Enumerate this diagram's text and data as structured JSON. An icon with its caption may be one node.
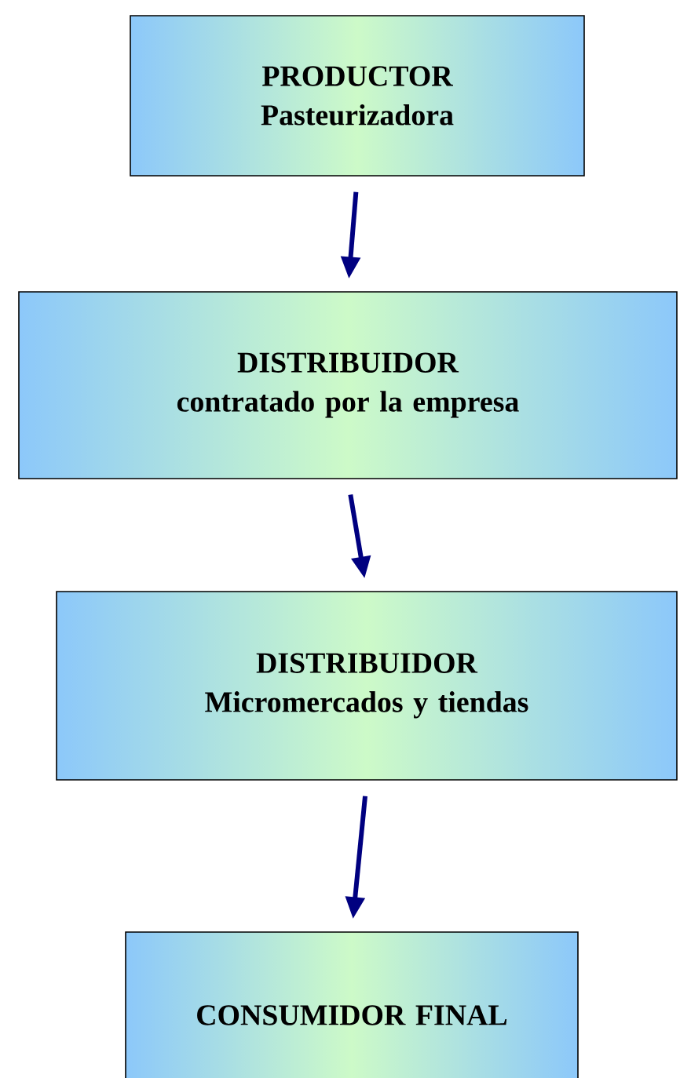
{
  "diagram": {
    "nodes": [
      {
        "text": [
          "PRODUCTOR",
          "Pasteurizadora"
        ]
      },
      {
        "text": [
          "DISTRIBUIDOR",
          "contratado por la empresa"
        ]
      },
      {
        "text": [
          "DISTRIBUIDOR",
          "Micromercados y tiendas"
        ]
      },
      {
        "text": [
          "CONSUMIDOR FINAL"
        ]
      }
    ],
    "edges": [
      {
        "from": 0,
        "to": 1,
        "arrow": "to"
      },
      {
        "from": 1,
        "to": 2,
        "arrow": "to"
      },
      {
        "from": 2,
        "to": 3,
        "arrow": "to"
      }
    ]
  }
}
